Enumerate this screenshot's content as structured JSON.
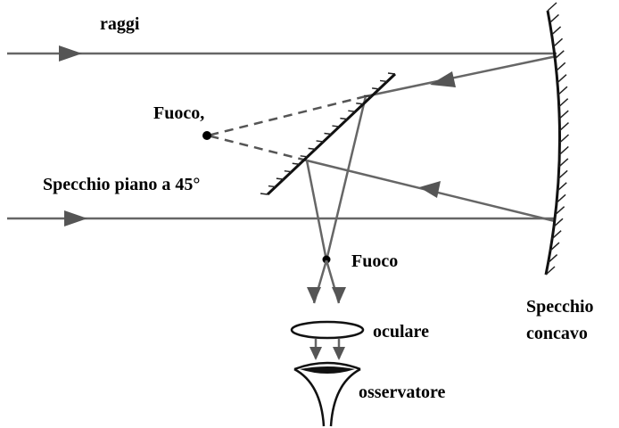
{
  "labels": {
    "rays": "raggi",
    "focus_top": "Fuoco,",
    "plane_mirror": "Specchio piano a 45°",
    "focus_bottom": "Fuoco",
    "eyepiece": "oculare",
    "observer": "osservatore",
    "concave_mirror_line1": "Specchio",
    "concave_mirror_line2": "concavo"
  },
  "colors": {
    "ray": "#666666",
    "mirror": "#111111",
    "text": "#000000"
  }
}
